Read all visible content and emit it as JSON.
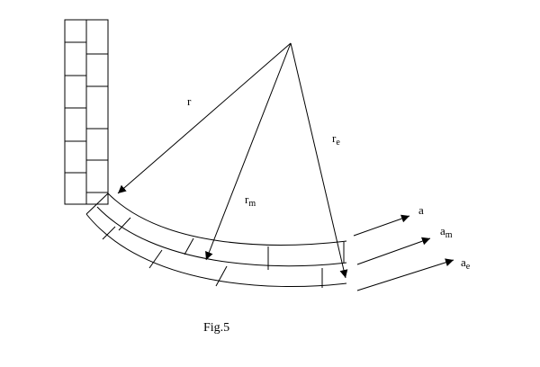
{
  "labels": {
    "r": "r",
    "r_m_base": "r",
    "r_m_sub": "m",
    "r_e_base": "r",
    "r_e_sub": "e",
    "a": "a",
    "a_m_base": "a",
    "a_m_sub": "m",
    "a_e_base": "a",
    "a_e_sub": "e"
  },
  "caption": "Fig.5"
}
